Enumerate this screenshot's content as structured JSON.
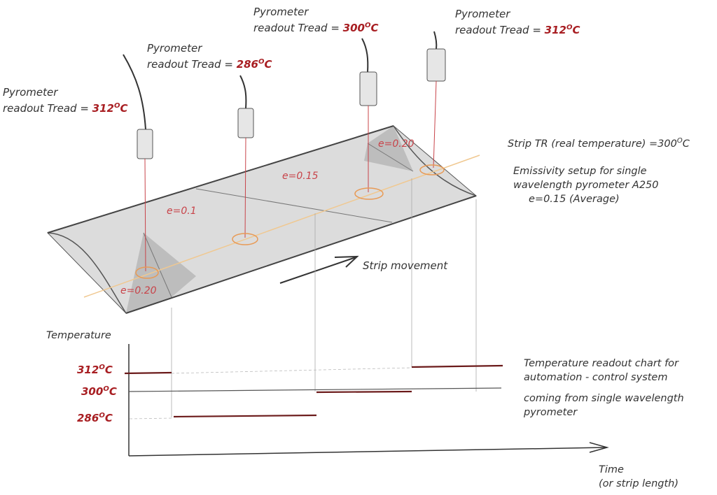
{
  "pyrometers": [
    {
      "line1": "Pyrometer",
      "line2_prefix": "readout Tread =",
      "value": "312",
      "unit_sup": "O",
      "unit": "C"
    },
    {
      "line1": "Pyrometer",
      "line2_prefix": "readout Tread =",
      "value": "286",
      "unit_sup": "O",
      "unit": "C"
    },
    {
      "line1": "Pyrometer",
      "line2_prefix": "readout Tread =",
      "value": "300",
      "unit_sup": "O",
      "unit": "C"
    },
    {
      "line1": "Pyrometer",
      "line2_prefix": "readout Tread =",
      "value": "312",
      "unit_sup": "O",
      "unit": "C"
    }
  ],
  "emissivity_zones": [
    "e=0.20",
    "e=0.1",
    "e=0.15",
    "e=0.20"
  ],
  "strip_movement": "Strip movement",
  "strip_tr": {
    "prefix": "Strip TR (real temperature) =300",
    "sup": "O",
    "unit": "C"
  },
  "setup_note": [
    "Emissivity setup for single",
    "wavelength pyrometer A250",
    "e=0.15  (Average)"
  ],
  "chart": {
    "ylabel": "Temperature",
    "xlabel": [
      "Time",
      "(or strip length)"
    ],
    "ticks": [
      {
        "value": "312",
        "sup": "O",
        "unit": "C"
      },
      {
        "value": "300",
        "sup": "O",
        "unit": "C"
      },
      {
        "value": "286",
        "sup": "O",
        "unit": "C"
      }
    ],
    "description": [
      "Temperature readout chart for",
      "automation - control system",
      "coming from single wavelength",
      "pyrometer"
    ]
  },
  "colors": {
    "text": "#333333",
    "highlight": "#a81e22",
    "laser": "#c8444a",
    "strip": "#d9d9d9",
    "centerline": "#f0c890"
  }
}
